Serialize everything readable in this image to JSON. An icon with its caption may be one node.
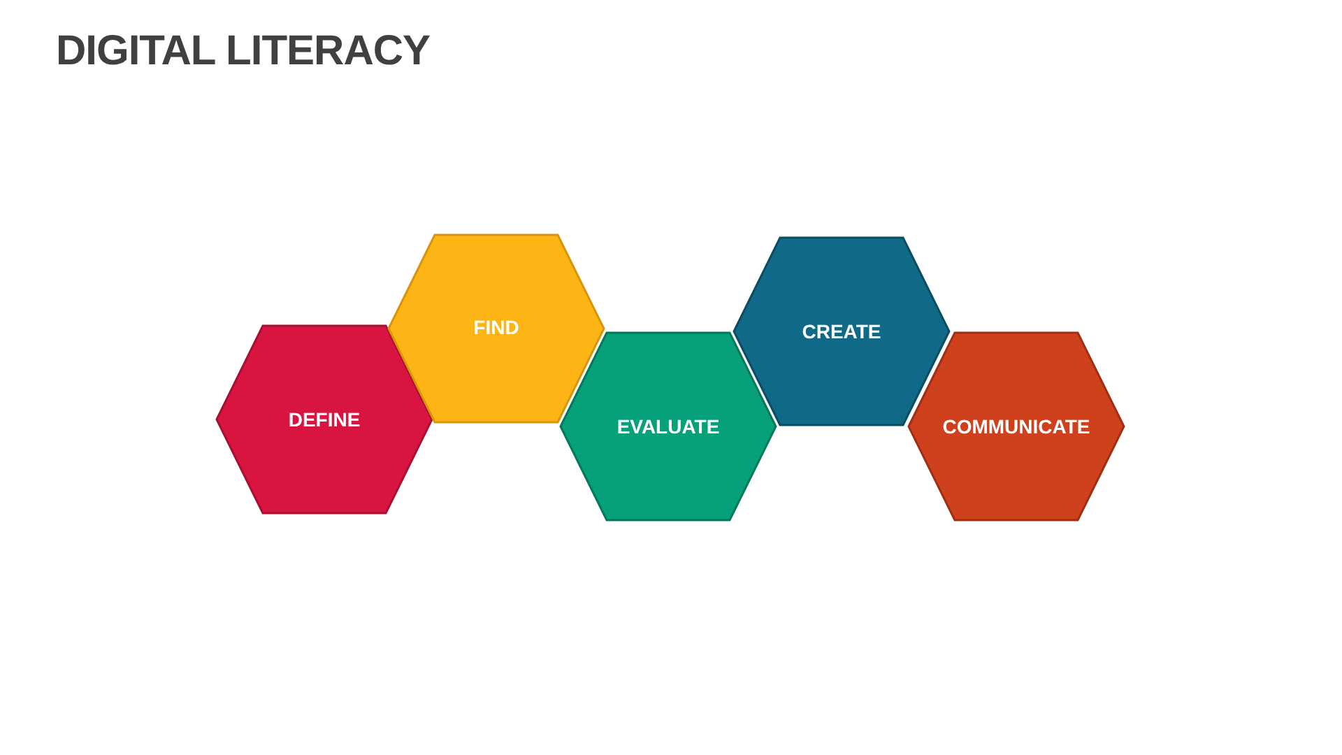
{
  "diagram": {
    "title": "DIGITAL LITERACY",
    "nodes": [
      {
        "text": [
          "DEFINE"
        ]
      },
      {
        "text": [
          "FIND"
        ]
      },
      {
        "text": [
          "EVALUATE"
        ]
      },
      {
        "text": [
          "CREATE"
        ]
      },
      {
        "text": [
          "COMMUNICATE"
        ]
      }
    ]
  }
}
